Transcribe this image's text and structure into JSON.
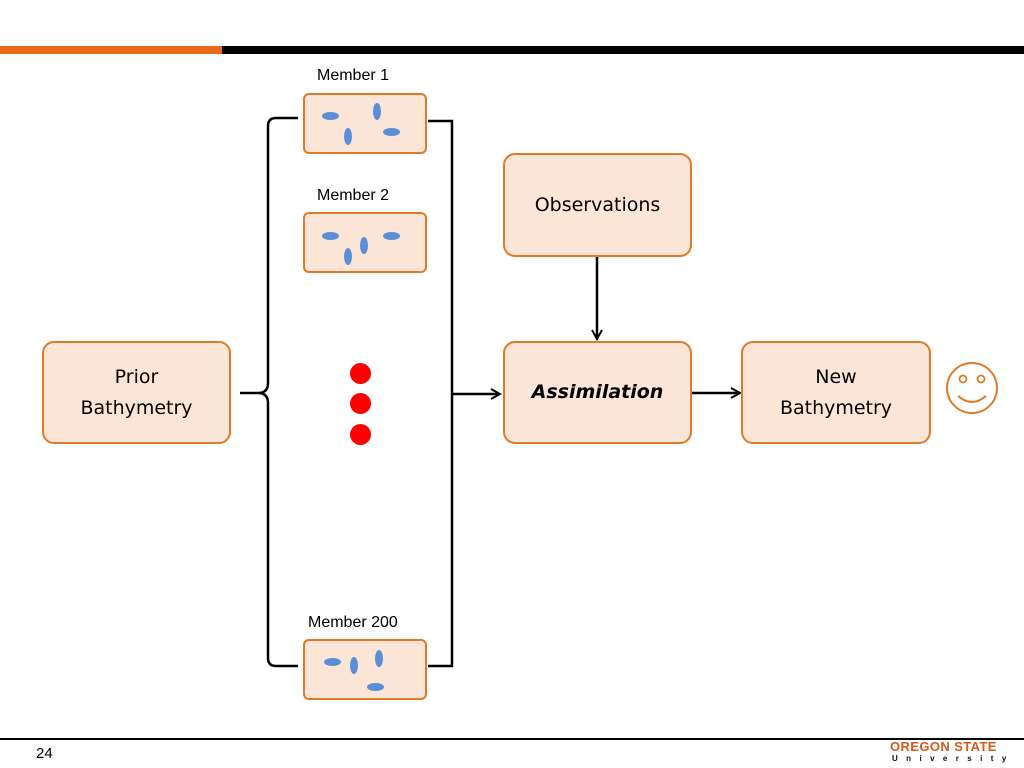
{
  "slide": {
    "page_number": "24"
  },
  "diagram": {
    "prior_box": {
      "line1": "Prior",
      "line2": "Bathymetry"
    },
    "observations_box": {
      "label": "Observations"
    },
    "assimilation_box": {
      "label": "Assimilation"
    },
    "new_box": {
      "line1": "New",
      "line2": "Bathymetry"
    },
    "members": [
      {
        "label": "Member 1"
      },
      {
        "label": "Member 2"
      },
      {
        "label": "Member 200"
      }
    ],
    "smiley_icon": "smiley-face-icon"
  },
  "logo": {
    "top_text": "OREGON STATE",
    "bottom_text": "University"
  },
  "colors": {
    "accent_orange": "#ea6a1c",
    "box_fill": "#fbe5d6",
    "box_border": "#e07a27",
    "blob_blue": "#5b8ed6",
    "dot_red": "#ff0000"
  }
}
